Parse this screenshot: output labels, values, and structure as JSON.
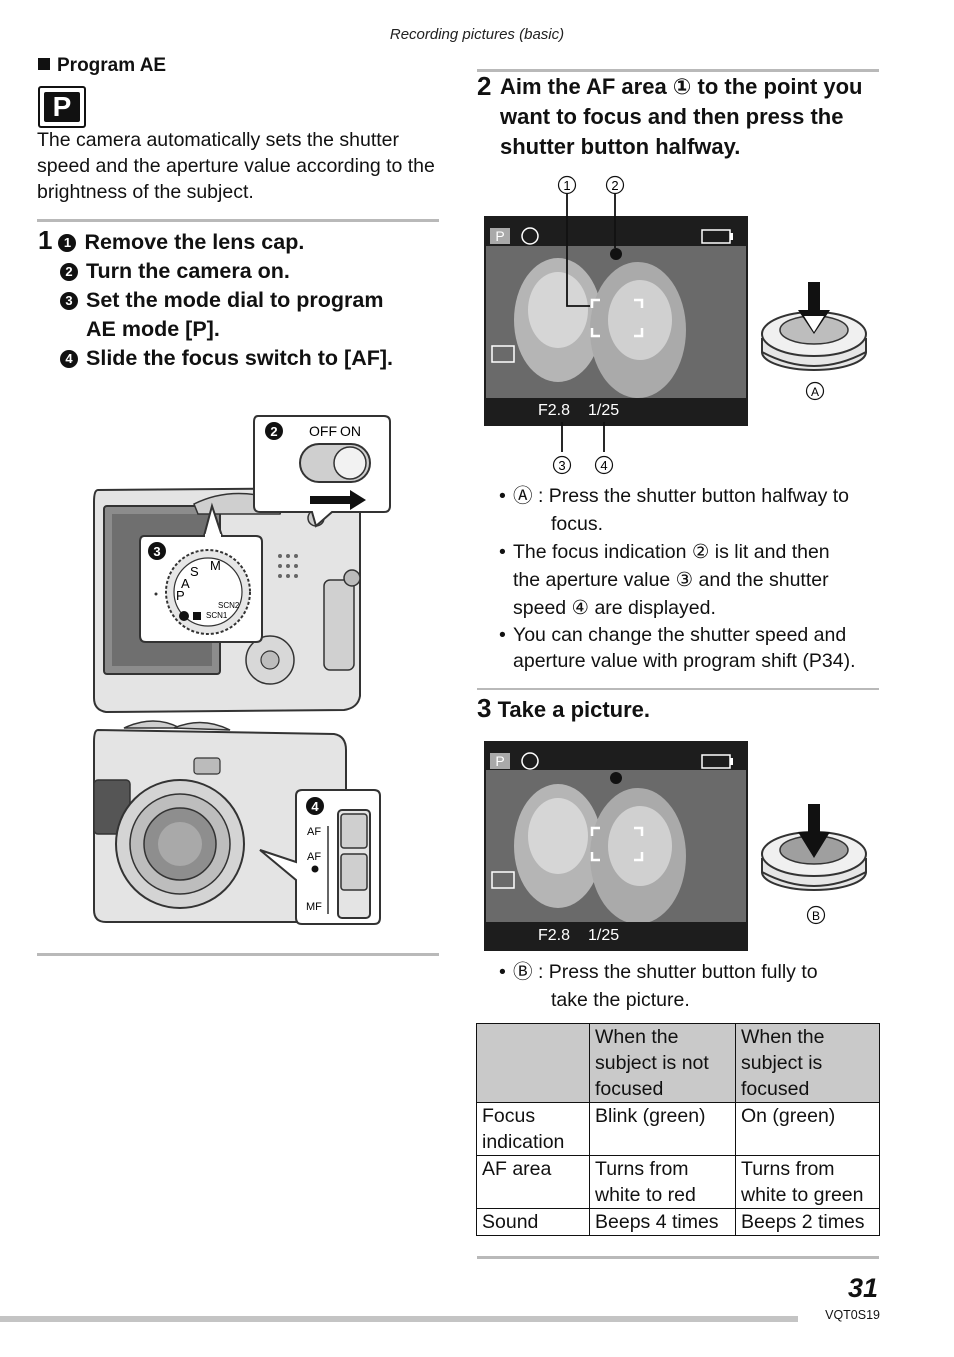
{
  "header": {
    "running_title": "Recording pictures (basic)"
  },
  "section": {
    "title": "Program AE",
    "mode_icon_letter": "P",
    "intro": "The camera automatically sets the shutter speed and the aperture value according to the brightness of the subject."
  },
  "step1": {
    "number": "1",
    "items": [
      {
        "marker": "1",
        "text": "Remove the lens cap."
      },
      {
        "marker": "2",
        "text": "Turn the camera on."
      },
      {
        "marker": "3",
        "text": "Set the mode dial to program"
      },
      {
        "marker": "",
        "text": "AE mode [P]."
      },
      {
        "marker": "4",
        "text": "Slide the focus switch to [AF]."
      }
    ]
  },
  "camera_figure": {
    "callout_2": "2",
    "switch_off": "OFF",
    "switch_on": "ON",
    "callout_3": "3",
    "dial_letters": [
      "M",
      "S",
      "A",
      "P"
    ],
    "dial_scene_1": "SCN2",
    "dial_scene_2": "SCN1",
    "callout_4": "4",
    "focus_af": "AF",
    "focus_macro": "AF",
    "focus_mf": "MF"
  },
  "step2": {
    "number": "2",
    "text": "Aim the AF area ① to the point you want to focus and then press the shutter button halfway.",
    "callout_1": "1",
    "callout_2": "2",
    "callout_3": "3",
    "callout_4": "4",
    "label_a": "A",
    "lcd": {
      "mode": "P",
      "aperture": "F2.8",
      "shutter": "1/25"
    },
    "bullets": [
      {
        "lead": "Ⓐ",
        "text": ": Press the shutter button halfway to",
        "cont": "focus."
      },
      {
        "text": "The focus indication ② is lit and then"
      },
      {
        "cont": "the aperture value ③ and the shutter"
      },
      {
        "cont": "speed ④ are displayed."
      },
      {
        "text": "You can change the shutter speed and"
      },
      {
        "cont": "aperture value with program shift (P34)."
      }
    ]
  },
  "step3": {
    "number": "3",
    "text": "Take a picture.",
    "label_b": "B",
    "lcd": {
      "mode": "P",
      "aperture": "F2.8",
      "shutter": "1/25"
    },
    "bullet": {
      "lead": "Ⓑ",
      "text": ": Press the shutter button fully to",
      "cont": "take the picture."
    }
  },
  "table": {
    "header": [
      "",
      "When the subject is not focused",
      "When the subject is focused"
    ],
    "header_lines": [
      [
        "When the",
        "subject is not",
        "focused"
      ],
      [
        "When the",
        "subject is",
        "focused"
      ]
    ],
    "rows": [
      {
        "label_lines": [
          "Focus",
          "indication"
        ],
        "not_focused": [
          "Blink (green)"
        ],
        "focused": [
          "On (green)"
        ]
      },
      {
        "label_lines": [
          "AF area"
        ],
        "not_focused": [
          "Turns from",
          "white to red"
        ],
        "focused": [
          "Turns from",
          "white to green"
        ]
      },
      {
        "label_lines": [
          "Sound"
        ],
        "not_focused": [
          "Beeps 4 times"
        ],
        "focused": [
          "Beeps 2 times"
        ]
      }
    ]
  },
  "footer": {
    "page_number": "31",
    "code": "VQT0S19"
  }
}
